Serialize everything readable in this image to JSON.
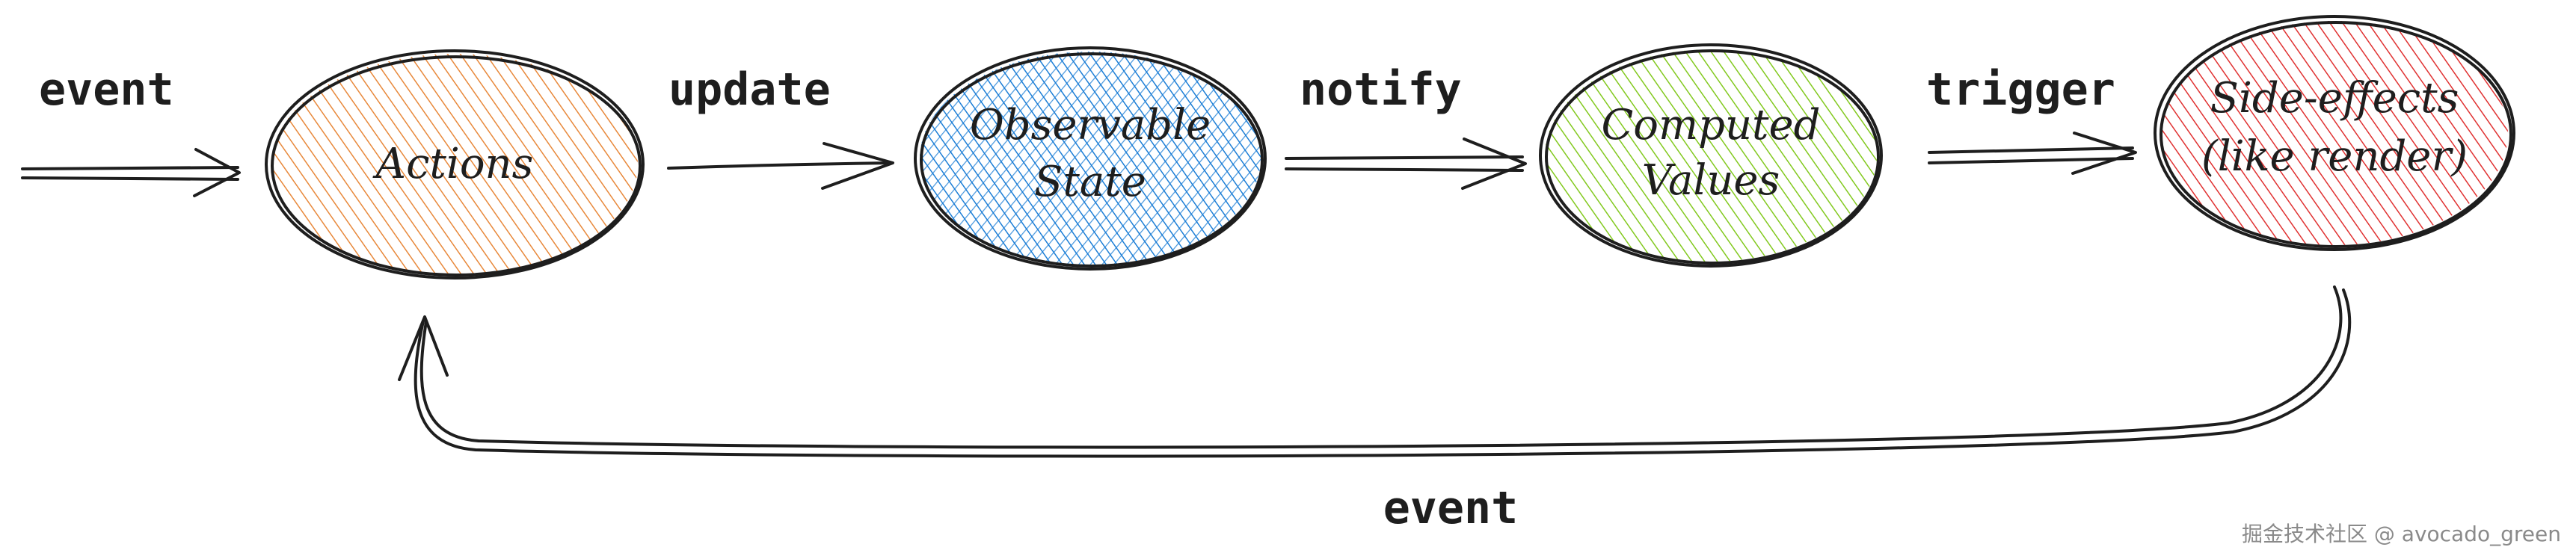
{
  "nodes": [
    {
      "label": "Actions",
      "color": "#e8883a"
    },
    {
      "label": "Observable State",
      "color": "#1c7ed6"
    },
    {
      "label": "Computed Values",
      "color": "#82c91e"
    },
    {
      "label": "Side-effects (like render)",
      "color": "#e03131"
    }
  ],
  "edges": {
    "incoming": "event",
    "actions_to_state": "update",
    "state_to_computed": "notify",
    "computed_to_effects": "trigger",
    "feedback": "event"
  },
  "watermark": "掘金技术社区 @ avocado_green"
}
